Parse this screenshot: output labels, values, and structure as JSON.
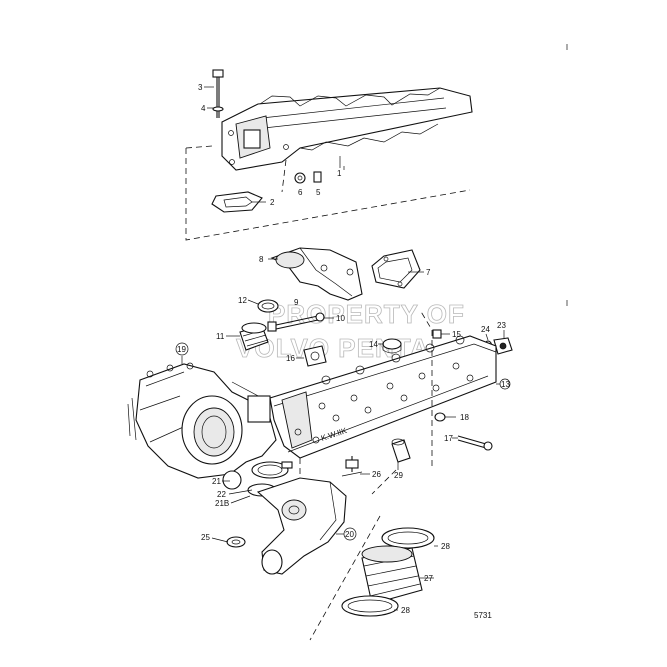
{
  "drawing": {
    "figure_number": "5731",
    "watermark_line1": "PROPERTY OF",
    "watermark_line2": "VOLVO PENTA",
    "manifold_text": "K.W.IIK"
  },
  "callouts": {
    "c1": "1",
    "c2": "2",
    "c3": "3",
    "c4": "4",
    "c5": "5",
    "c6": "6",
    "c7": "7",
    "c8": "8",
    "c9": "9",
    "c10": "10",
    "c11": "11",
    "c12": "12",
    "c13": "13",
    "c14": "14",
    "c15": "15",
    "c16": "16",
    "c17": "17",
    "c18": "18",
    "c19": "19",
    "c20": "20",
    "c21": "21",
    "c21b": "21B",
    "c22": "22",
    "c23": "23",
    "c24": "24",
    "c25": "25",
    "c26": "26",
    "c27": "27",
    "c28a": "28",
    "c28b": "28",
    "c29": "29"
  }
}
